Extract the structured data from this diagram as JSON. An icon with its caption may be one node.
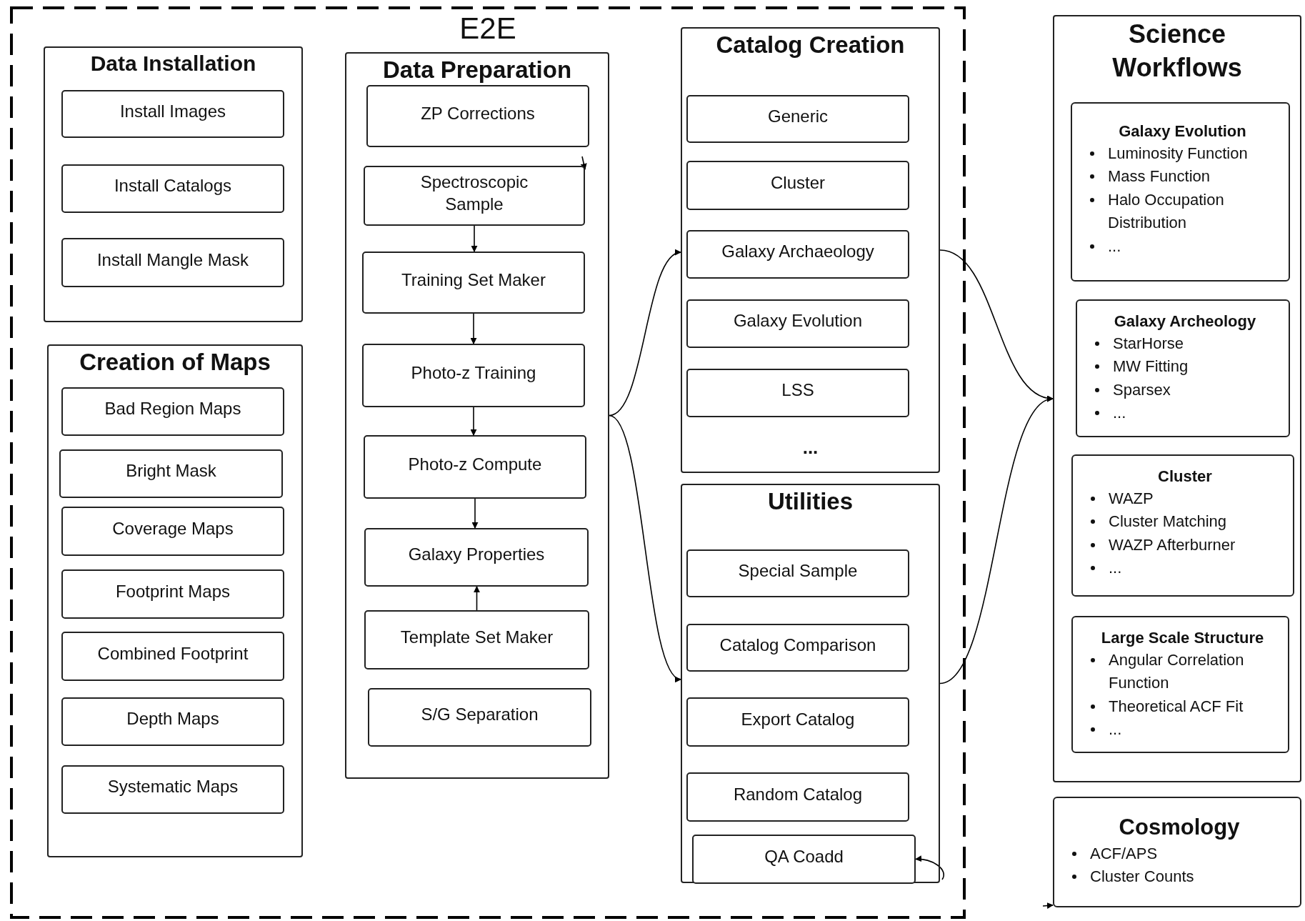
{
  "diagram": {
    "nodes": [
      {
        "text": [
          "E2E"
        ]
      },
      {
        "text": [
          "Data Installation"
        ],
        "in": 0
      },
      {
        "text": [
          "Install Images"
        ],
        "in": 1
      },
      {
        "text": [
          "Install Catalogs"
        ],
        "in": 1
      },
      {
        "text": [
          "Install Mangle Mask"
        ],
        "in": 1
      },
      {
        "text": [
          "Creation of Maps"
        ],
        "in": 0
      },
      {
        "text": [
          "Bad Region Maps"
        ],
        "in": 5
      },
      {
        "text": [
          "Bright Mask"
        ],
        "in": 5
      },
      {
        "text": [
          "Coverage Maps"
        ],
        "in": 5
      },
      {
        "text": [
          "Footprint Maps"
        ],
        "in": 5
      },
      {
        "text": [
          "Combined Footprint"
        ],
        "in": 5
      },
      {
        "text": [
          "Depth Maps"
        ],
        "in": 5
      },
      {
        "text": [
          "Systematic Maps"
        ],
        "in": 5
      },
      {
        "text": [
          "Data Preparation"
        ],
        "in": 0
      },
      {
        "text": [
          "ZP Corrections"
        ],
        "in": 13
      },
      {
        "text": [
          "Spectroscopic Sample"
        ],
        "in": 13
      },
      {
        "text": [
          "Training Set Maker"
        ],
        "in": 13
      },
      {
        "text": [
          "Photo-z Training"
        ],
        "in": 13
      },
      {
        "text": [
          "Photo-z Compute"
        ],
        "in": 13
      },
      {
        "text": [
          "Galaxy Properties"
        ],
        "in": 13
      },
      {
        "text": [
          "Template Set Maker"
        ],
        "in": 13
      },
      {
        "text": [
          "S/G Separation"
        ],
        "in": 13
      },
      {
        "text": [
          "Catalog Creation",
          "..."
        ],
        "in": 0
      },
      {
        "text": [
          "Generic"
        ],
        "in": 22
      },
      {
        "text": [
          "Cluster"
        ],
        "in": 22
      },
      {
        "text": [
          "Galaxy Archaeology"
        ],
        "in": 22
      },
      {
        "text": [
          "Galaxy Evolution"
        ],
        "in": 22
      },
      {
        "text": [
          "LSS"
        ],
        "in": 22
      },
      {
        "text": [
          "Utilities"
        ],
        "in": 0
      },
      {
        "text": [
          "Special Sample"
        ],
        "in": 28
      },
      {
        "text": [
          "Catalog Comparison"
        ],
        "in": 28
      },
      {
        "text": [
          "Export Catalog"
        ],
        "in": 28
      },
      {
        "text": [
          "Random Catalog"
        ],
        "in": 28
      },
      {
        "text": [
          "QA Coadd"
        ],
        "in": 28
      },
      {
        "text": [
          "Science Workflows"
        ]
      },
      {
        "text": [
          "Galaxy Evolution",
          "Luminosity Function",
          "Mass Function",
          "Halo Occupation Distribution",
          "..."
        ],
        "in": 34
      },
      {
        "text": [
          "Galaxy Archeology",
          "StarHorse",
          "MW Fitting",
          "Sparsex",
          "..."
        ],
        "in": 34
      },
      {
        "text": [
          "Cluster",
          "WAZP",
          "Cluster  Matching",
          "WAZP Afterburner",
          "..."
        ],
        "in": 34
      },
      {
        "text": [
          "Large Scale Structure",
          "Angular Correlation Function",
          "Theoretical ACF Fit",
          "..."
        ],
        "in": 34
      },
      {
        "text": [
          "Cosmology",
          "ACF/APS",
          "Cluster Counts"
        ]
      }
    ],
    "edges": [
      {
        "from": 15,
        "to": 16,
        "arrow": "to"
      },
      {
        "from": 16,
        "to": 17,
        "arrow": "to"
      },
      {
        "from": 17,
        "to": 18,
        "arrow": "to"
      },
      {
        "from": 18,
        "to": 19,
        "arrow": "to"
      },
      {
        "from": 20,
        "to": 19,
        "arrow": "to"
      },
      {
        "from": null,
        "to": 15,
        "arrow": "to"
      },
      {
        "from": 13,
        "to": 22,
        "arrow": "to"
      },
      {
        "from": 13,
        "to": 28,
        "arrow": "to"
      },
      {
        "from": 22,
        "to": 34,
        "arrow": "to"
      },
      {
        "from": 28,
        "to": 34,
        "arrow": "to"
      },
      {
        "from": null,
        "to": 33,
        "arrow": "to"
      },
      {
        "from": null,
        "to": 39,
        "arrow": "to"
      }
    ]
  }
}
